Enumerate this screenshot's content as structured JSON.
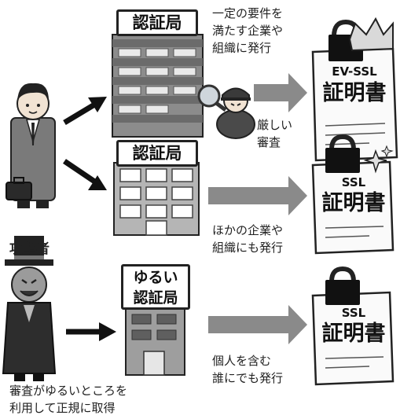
{
  "row1": {
    "authority_label": "認証局",
    "description": "一定の要件を\n満たす企業や\n組織に発行",
    "inspection_label": "厳しい\n審査",
    "certificate_type": "EV-SSL",
    "certificate_title": "証明書"
  },
  "row2": {
    "authority_label": "認証局",
    "description": "ほかの企業や\n組織にも発行",
    "certificate_type": "SSL",
    "certificate_title": "証明書"
  },
  "row3": {
    "attacker_label": "攻撃者",
    "authority_label_top": "ゆるい",
    "authority_label": "認証局",
    "description": "個人を含む\n誰にでも発行",
    "certificate_type": "SSL",
    "certificate_title": "証明書",
    "attacker_caption": "審査がゆるいところを\n利用して正規に取得"
  },
  "colors": {
    "building_gray": "#8c8c8c",
    "building_dark": "#4a4a4a",
    "arrow_gray": "#8a8a8a",
    "arrow_black": "#111111"
  }
}
